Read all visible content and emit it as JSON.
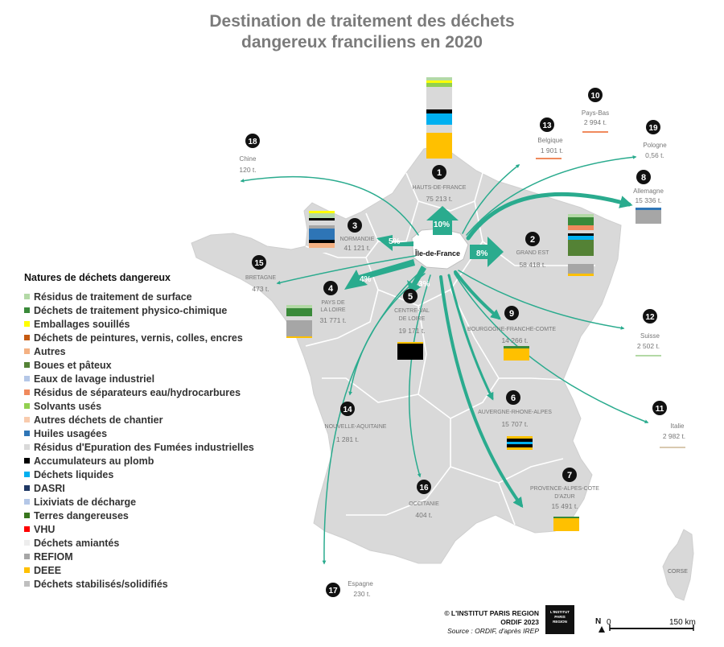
{
  "title_line1": "Destination de traitement des déchets",
  "title_line2": "dangereux franciliens en 2020",
  "origin_label": "Île-de-France",
  "corse_label": "CORSE",
  "legend": {
    "title": "Natures de déchets dangereux",
    "items": [
      {
        "label": "Résidus de traitement de surface",
        "color": "#b3d9a6"
      },
      {
        "label": "Déchets de traitement physico-chimique",
        "color": "#3a8a3a"
      },
      {
        "label": "Emballages souillés",
        "color": "#ffff00"
      },
      {
        "label": "Déchets de peintures, vernis, colles, encres",
        "color": "#c55a11"
      },
      {
        "label": "Autres",
        "color": "#f4b183"
      },
      {
        "label": "Boues et pâteux",
        "color": "#548235"
      },
      {
        "label": "Eaux de lavage industriel",
        "color": "#b4c7e7"
      },
      {
        "label": "Résidus de séparateurs eau/hydrocarbures",
        "color": "#f08a5d"
      },
      {
        "label": "Solvants usés",
        "color": "#92d050"
      },
      {
        "label": "Autres déchets de chantier",
        "color": "#f8cbad"
      },
      {
        "label": "Huiles usagées",
        "color": "#2e75b6"
      },
      {
        "label": "Résidus d'Epuration des Fumées industrielles",
        "color": "#d9d9d9"
      },
      {
        "label": "Accumulateurs au plomb",
        "color": "#000000"
      },
      {
        "label": "Déchets liquides",
        "color": "#00b0f0"
      },
      {
        "label": "DASRI",
        "color": "#203864"
      },
      {
        "label": "Lixiviats de décharge",
        "color": "#b4c7e7"
      },
      {
        "label": "Terres dangereuses",
        "color": "#38761d"
      },
      {
        "label": "VHU",
        "color": "#ff0000"
      },
      {
        "label": "Déchets amiantés",
        "color": "#ededed"
      },
      {
        "label": "REFIOM",
        "color": "#a6a6a6"
      },
      {
        "label": "DEEE",
        "color": "#ffc000"
      },
      {
        "label": "Déchets stabilisés/solidifiés",
        "color": "#bfbfbf"
      }
    ]
  },
  "destinations": [
    {
      "num": "1",
      "name": "HAUTS-DE-FRANCE",
      "tonnage": "75 213 t.",
      "share": "10%"
    },
    {
      "num": "2",
      "name": "GRAND EST",
      "tonnage": "58 418 t.",
      "share": "8%"
    },
    {
      "num": "3",
      "name": "NORMANDIE",
      "tonnage": "41 121 t.",
      "share": "5%"
    },
    {
      "num": "4",
      "name_line1": "PAYS DE",
      "name_line2": "LA LOIRE",
      "tonnage": "31 771 t.",
      "share": "4%"
    },
    {
      "num": "5",
      "name_line1": "CENTRE-VAL",
      "name_line2": "DE LOIRE",
      "tonnage": "19 171 t.",
      "share": "3%"
    },
    {
      "num": "6",
      "name": "AUVERGNE-RHONE-ALPES",
      "tonnage": "15 707 t."
    },
    {
      "num": "7",
      "name_line1": "PROVENCE-ALPES-COTE",
      "name_line2": "D'AZUR",
      "tonnage": "15 491 t."
    },
    {
      "num": "8",
      "name": "Allemagne",
      "tonnage": "15 336 t."
    },
    {
      "num": "9",
      "name": "BOURGOGNE-FRANCHE-COMTE",
      "tonnage": "14 266 t."
    },
    {
      "num": "10",
      "name": "Pays-Bas",
      "tonnage": "2 994 t."
    },
    {
      "num": "11",
      "name": "Italie",
      "tonnage": "2 982 t."
    },
    {
      "num": "12",
      "name": "Suisse",
      "tonnage": "2 502 t."
    },
    {
      "num": "13",
      "name": "Belgique",
      "tonnage": "1 901 t."
    },
    {
      "num": "14",
      "name": "NOUVELLE-AQUITAINE",
      "tonnage": "1 281 t."
    },
    {
      "num": "15",
      "name": "BRETAGNE",
      "tonnage": "473 t."
    },
    {
      "num": "16",
      "name": "OCCITANIE",
      "tonnage": "404 t."
    },
    {
      "num": "17",
      "name": "Espagne",
      "tonnage": "230 t."
    },
    {
      "num": "18",
      "name": "Chine",
      "tonnage": "120 t."
    },
    {
      "num": "19",
      "name": "Pologne",
      "tonnage": "0,56 t."
    }
  ],
  "credits": {
    "line1": "© L'INSTITUT PARIS REGION",
    "line2": "ORDIF 2023",
    "line3": "Source : ORDIF, d'après IREP",
    "logo_line1": "L'INSTITUT",
    "logo_line2": "PARIS",
    "logo_line3": "REGION"
  },
  "scale": {
    "start": "0",
    "end": "150 km",
    "north": "N"
  },
  "colors": {
    "arrow": "#2aab8e",
    "land": "#d9d9d9",
    "border": "#ffffff",
    "title": "#7b7b7b"
  }
}
